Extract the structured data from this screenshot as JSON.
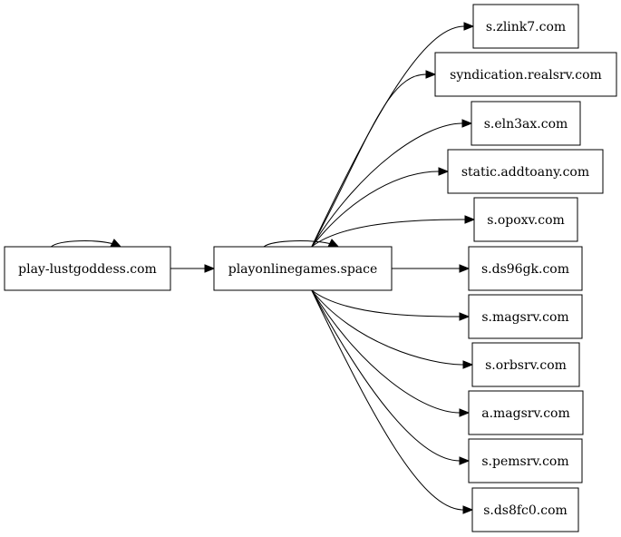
{
  "graph": {
    "nodes": [
      {
        "id": "n0",
        "label": "play-lustgoddess.com"
      },
      {
        "id": "n1",
        "label": "playonlinegames.space"
      },
      {
        "id": "n2",
        "label": "s.zlink7.com"
      },
      {
        "id": "n3",
        "label": "syndication.realsrv.com"
      },
      {
        "id": "n4",
        "label": "s.eln3ax.com"
      },
      {
        "id": "n5",
        "label": "static.addtoany.com"
      },
      {
        "id": "n6",
        "label": "s.opoxv.com"
      },
      {
        "id": "n7",
        "label": "s.ds96gk.com"
      },
      {
        "id": "n8",
        "label": "s.magsrv.com"
      },
      {
        "id": "n9",
        "label": "s.orbsrv.com"
      },
      {
        "id": "n10",
        "label": "a.magsrv.com"
      },
      {
        "id": "n11",
        "label": "s.pemsrv.com"
      },
      {
        "id": "n12",
        "label": "s.ds8fc0.com"
      }
    ],
    "edges": [
      {
        "from": "n0",
        "to": "n0"
      },
      {
        "from": "n0",
        "to": "n1"
      },
      {
        "from": "n1",
        "to": "n1"
      },
      {
        "from": "n1",
        "to": "n2"
      },
      {
        "from": "n1",
        "to": "n3"
      },
      {
        "from": "n1",
        "to": "n4"
      },
      {
        "from": "n1",
        "to": "n5"
      },
      {
        "from": "n1",
        "to": "n6"
      },
      {
        "from": "n1",
        "to": "n7"
      },
      {
        "from": "n1",
        "to": "n8"
      },
      {
        "from": "n1",
        "to": "n9"
      },
      {
        "from": "n1",
        "to": "n10"
      },
      {
        "from": "n1",
        "to": "n11"
      },
      {
        "from": "n1",
        "to": "n12"
      }
    ]
  }
}
